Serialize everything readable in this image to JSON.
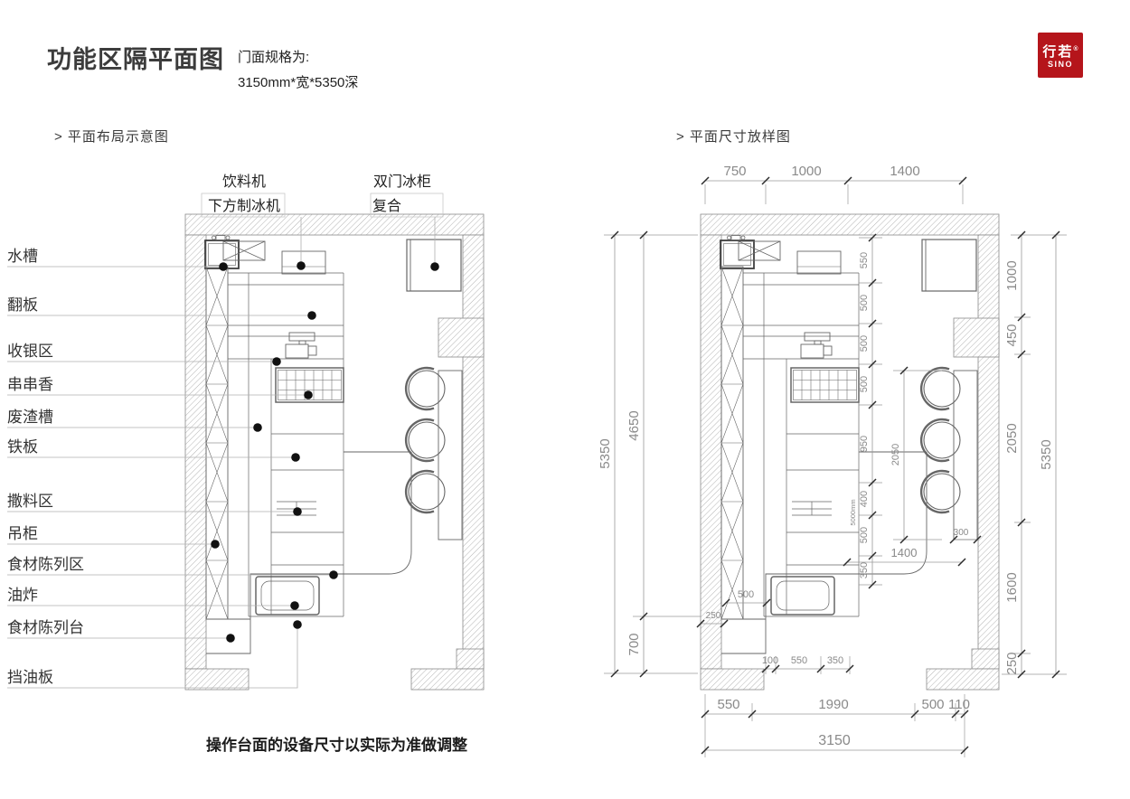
{
  "header": {
    "title": "功能区隔平面图",
    "spec_label": "门面规格为:",
    "spec_value": "3150mm*宽*5350深"
  },
  "logo": {
    "name": "行若",
    "reg": "®",
    "sub": "SINO",
    "color": "#b5151b"
  },
  "sections": {
    "left_header": "> 平面布局示意图",
    "right_header": "> 平面尺寸放样图"
  },
  "left_plan": {
    "top_labels": {
      "beverage_l1": "饮料机",
      "beverage_l2": "下方制冰机",
      "fridge_l1": "双门冰柜",
      "fridge_l2": "复合"
    },
    "side_labels": [
      "水槽",
      "翻板",
      "收银区",
      "串串香",
      "废渣槽",
      "铁板",
      "撒料区",
      "吊柜",
      "食材陈列区",
      "油炸",
      "食材陈列台",
      "挡油板"
    ],
    "note": "操作台面的设备尺寸以实际为准做调整"
  },
  "right_plan": {
    "dims_top": [
      "750",
      "1000",
      "1400"
    ],
    "dims_left": {
      "outer": "5350",
      "upper": "4650",
      "lower": "700"
    },
    "dims_right": {
      "chain": [
        "1000",
        "450",
        "2050",
        "1600",
        "250"
      ],
      "outer": "5350"
    },
    "dims_bottom": {
      "chain": [
        "550",
        "1990",
        "500",
        "110"
      ],
      "outer": "3150"
    },
    "dims_interior": {
      "vertical_chain": [
        "550",
        "500",
        "500",
        "500",
        "950",
        "400",
        "500",
        "350"
      ],
      "vertical_note": "5000mm",
      "stool_span": "2050",
      "stool_depth": "300",
      "aisle_width": "1400",
      "fryer_width": "500",
      "wall_offset": "250",
      "bottom_chain": [
        "100",
        "550",
        "350"
      ]
    }
  }
}
